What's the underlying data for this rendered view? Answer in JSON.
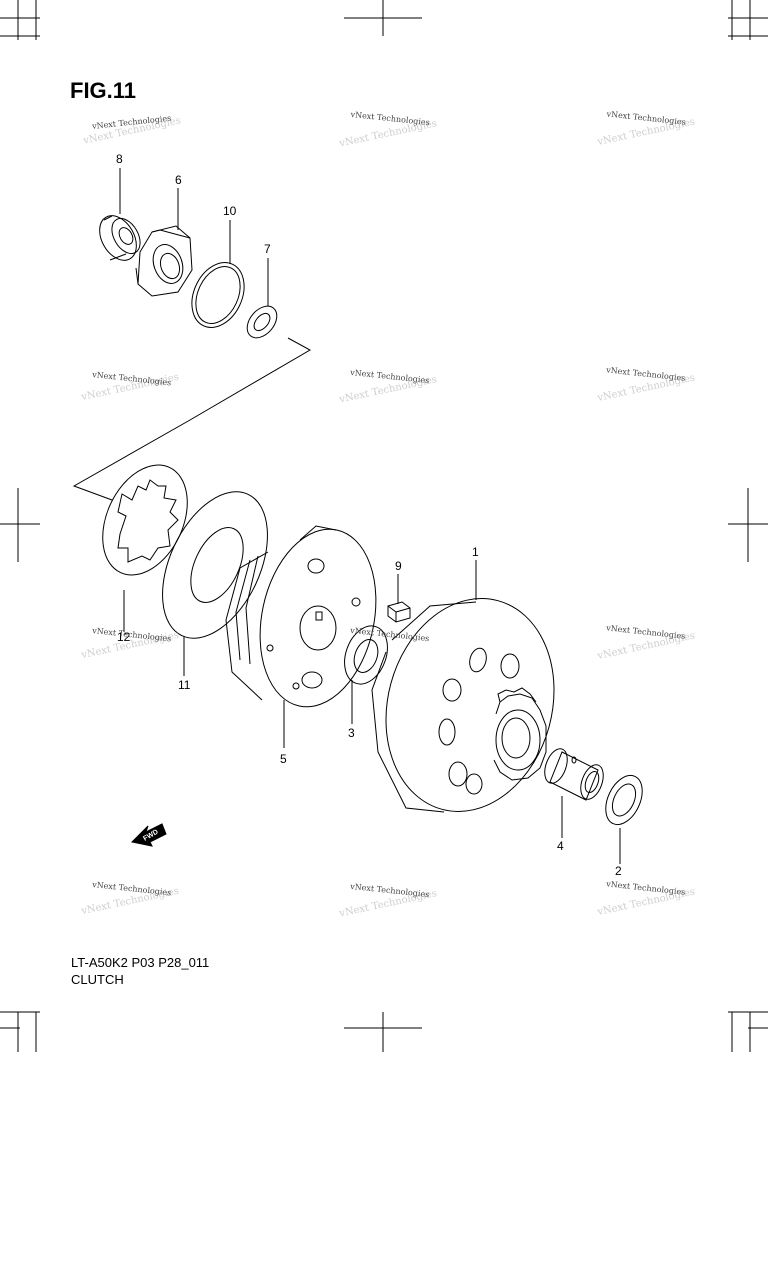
{
  "figure": {
    "title": "FIG.11",
    "code": "LT-A50K2 P03 P28_011",
    "name": "CLUTCH"
  },
  "callouts": {
    "c1": "1",
    "c2": "2",
    "c3": "3",
    "c4": "4",
    "c5": "5",
    "c6": "6",
    "c7": "7",
    "c8": "8",
    "c9": "9",
    "c10": "10",
    "c11": "11",
    "c12": "12"
  },
  "watermark": {
    "text": "vNext Technologies"
  },
  "fwd_marker": {
    "text": "FWD"
  }
}
